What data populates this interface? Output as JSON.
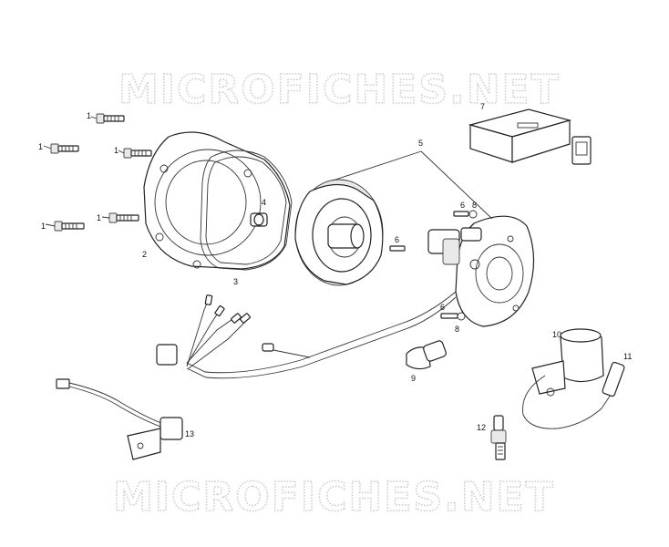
{
  "watermark": {
    "top": "MICROFICHES.NET",
    "bottom": "MICROFICHES.NET"
  },
  "callouts": {
    "c1a": "1",
    "c1b": "1",
    "c1c": "1",
    "c1d": "1",
    "c1e": "1",
    "c2": "2",
    "c3": "3",
    "c4": "4",
    "c5": "5",
    "c6a": "6",
    "c6b": "6",
    "c6c": "6",
    "c7": "7",
    "c8a": "8",
    "c8b": "8",
    "c9": "9",
    "c10": "10",
    "c11": "11",
    "c12": "12",
    "c13": "13"
  }
}
